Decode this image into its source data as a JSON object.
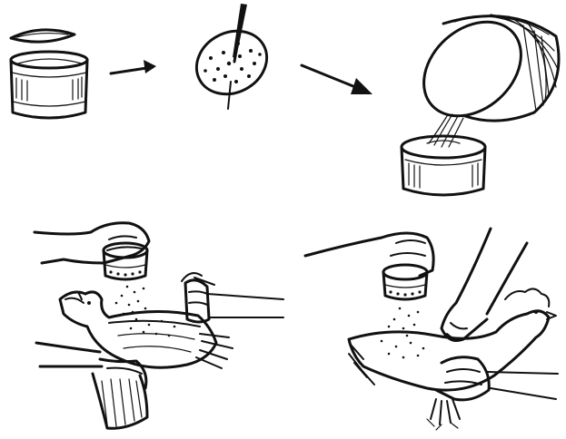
{
  "illustration": {
    "panels": [
      {
        "name": "open-can"
      },
      {
        "name": "punch-holes-in-lid"
      },
      {
        "name": "pour-powder-into-shaker"
      },
      {
        "name": "dust-chicken-back"
      },
      {
        "name": "dust-chicken-underside"
      }
    ],
    "colors": {
      "ink": "#111111",
      "paper": "#ffffff"
    }
  }
}
